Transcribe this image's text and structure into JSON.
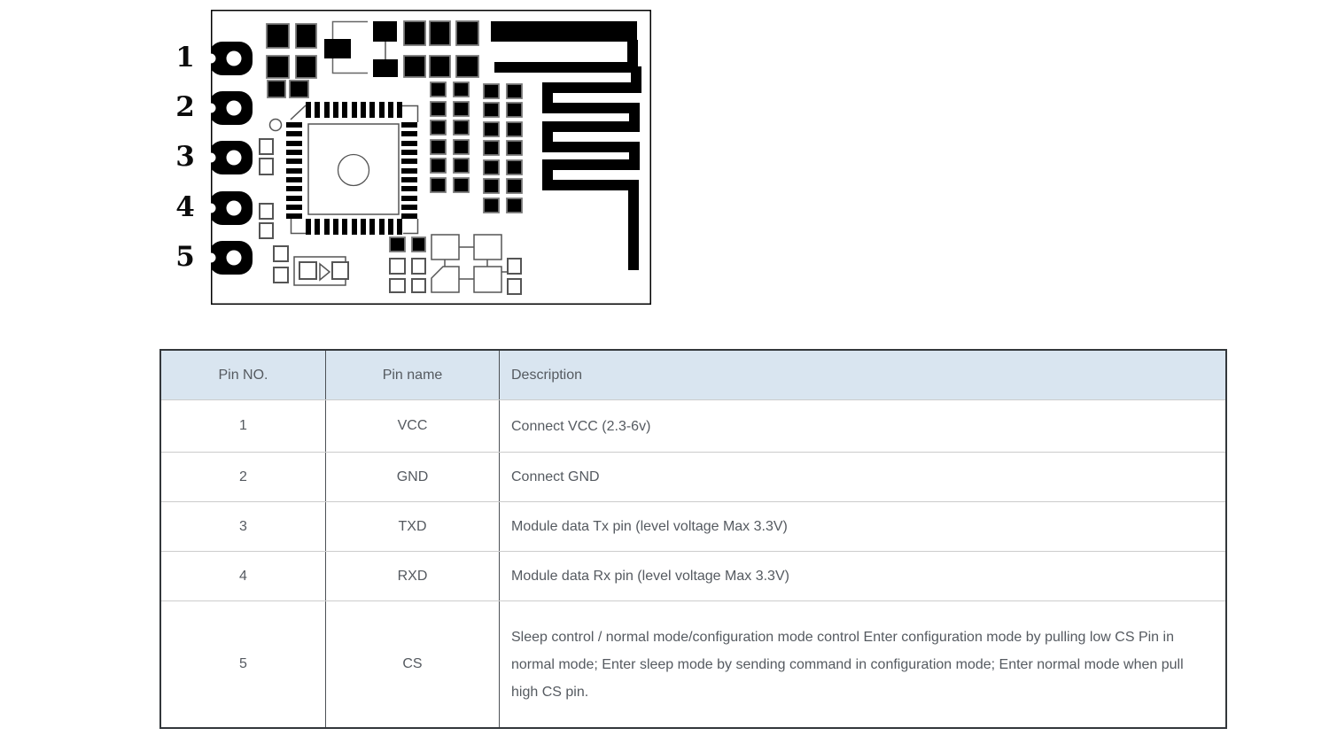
{
  "diagram": {
    "pin_labels": [
      "1",
      "2",
      "3",
      "4",
      "5"
    ]
  },
  "table": {
    "headers": [
      "Pin NO.",
      "Pin name",
      "Description"
    ],
    "rows": [
      {
        "no": "1",
        "name": "VCC",
        "desc": "Connect VCC (2.3-6v)"
      },
      {
        "no": "2",
        "name": "GND",
        "desc": "Connect GND"
      },
      {
        "no": "3",
        "name": "TXD",
        "desc": "Module data Tx pin (level voltage Max 3.3V)"
      },
      {
        "no": "4",
        "name": "RXD",
        "desc": "Module data Rx pin (level voltage Max 3.3V)"
      },
      {
        "no": "5",
        "name": "CS",
        "desc": "Sleep control / normal mode/configuration mode control Enter configuration mode by pulling low CS Pin in normal mode;   Enter sleep mode by sending command in configuration mode; Enter normal mode when pull high CS pin."
      }
    ],
    "colors": {
      "header_bg": "#d9e5f0",
      "text": "#555a60",
      "outer_border": "#33373b",
      "column_divider": "#4d5156",
      "row_divider": "#cccccc"
    }
  }
}
